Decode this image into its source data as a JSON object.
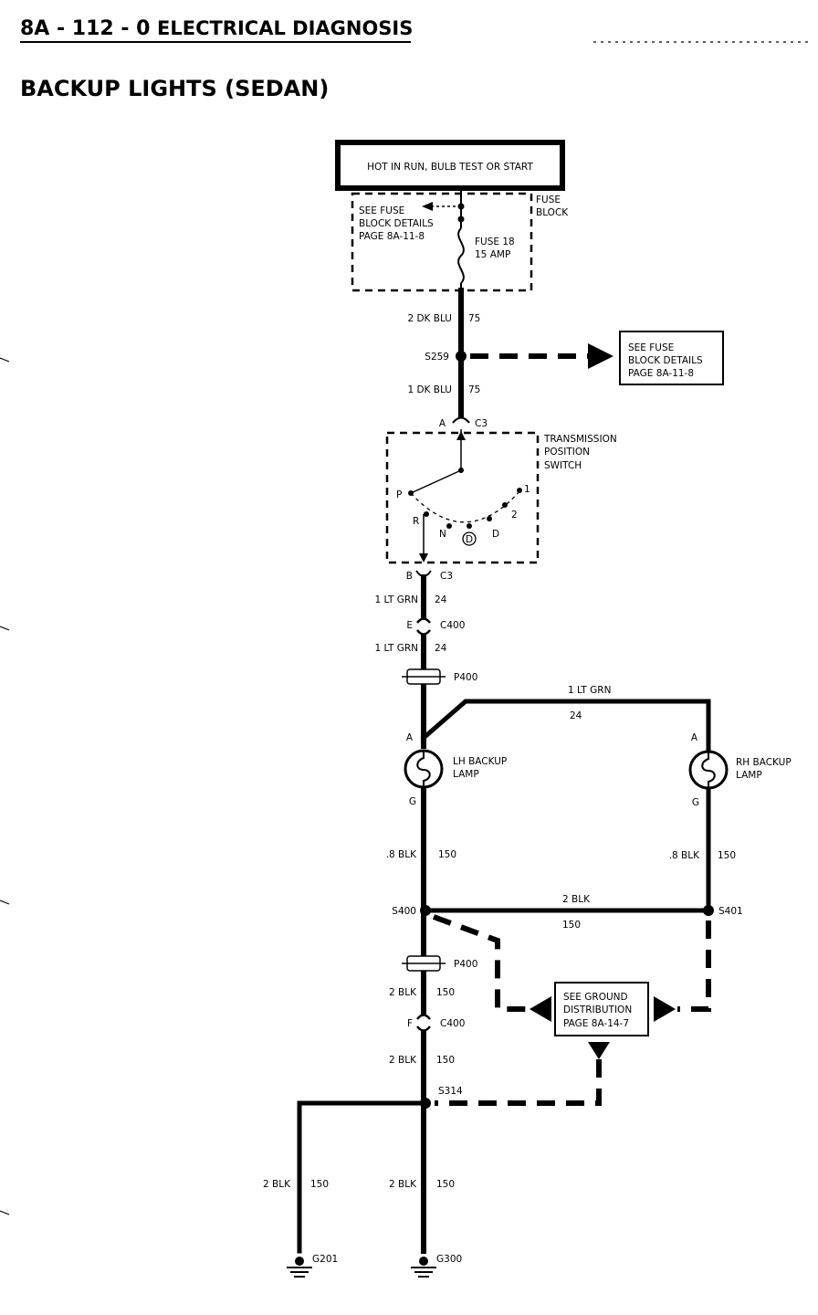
{
  "header": {
    "page_code": "8A - 112 - 0",
    "section": "ELECTRICAL DIAGNOSIS",
    "title": "BACKUP LIGHTS (SEDAN)"
  },
  "power": {
    "label": "HOT IN RUN, BULB TEST OR START"
  },
  "fuse_block": {
    "title_line1": "FUSE",
    "title_line2": "BLOCK",
    "see_line1": "SEE FUSE",
    "see_line2": "BLOCK DETAILS",
    "see_line3": "PAGE 8A-11-8",
    "fuse_line1": "FUSE 18",
    "fuse_line2": "15 AMP"
  },
  "splice_s259": {
    "name": "S259",
    "ref_line1": "SEE FUSE",
    "ref_line2": "BLOCK DETAILS",
    "ref_line3": "PAGE 8A-11-8"
  },
  "wires": {
    "w1_gauge": "2 DK BLU",
    "w1_circuit": "75",
    "w2_gauge": "1 DK BLU",
    "w2_circuit": "75",
    "w3_gauge": "1 LT GRN",
    "w3_circuit": "24",
    "w4_gauge": "1 LT GRN",
    "w4_circuit": "24",
    "w5_gauge": "1 LT GRN",
    "w5_circuit": "24",
    "w6_gauge": ".8 BLK",
    "w6_circuit": "150",
    "w7_gauge": ".8 BLK",
    "w7_circuit": "150",
    "w8_gauge": "2 BLK",
    "w8_circuit": "150",
    "w9_gauge": "2 BLK",
    "w9_circuit": "150",
    "w10_gauge": "2 BLK",
    "w10_circuit": "150",
    "w11_gauge": "2 BLK",
    "w11_circuit": "150",
    "w12_gauge": "2 BLK",
    "w12_circuit": "150"
  },
  "tps": {
    "title_line1": "TRANSMISSION",
    "title_line2": "POSITION",
    "title_line3": "SWITCH",
    "conn_top_pin": "A",
    "conn_top": "C3",
    "conn_bottom_pin": "B",
    "conn_bottom": "C3",
    "pos_p": "P",
    "pos_r": "R",
    "pos_n": "N",
    "pos_od": "D",
    "pos_d": "D",
    "pos_2": "2",
    "pos_1": "1"
  },
  "c400_top": {
    "pin": "E",
    "name": "C400"
  },
  "p400_top": {
    "name": "P400"
  },
  "lh_lamp": {
    "pin_a": "A",
    "pin_g": "G",
    "line1": "LH BACKUP",
    "line2": "LAMP"
  },
  "rh_lamp": {
    "pin_a": "A",
    "pin_g": "G",
    "line1": "RH BACKUP",
    "line2": "LAMP"
  },
  "splice_s400": {
    "name": "S400"
  },
  "splice_s401": {
    "name": "S401"
  },
  "p400_bottom": {
    "name": "P400"
  },
  "c400_bottom": {
    "pin": "F",
    "name": "C400"
  },
  "ground_ref": {
    "line1": "SEE GROUND",
    "line2": "DISTRIBUTION",
    "line3": "PAGE 8A-14-7"
  },
  "splice_s314": {
    "name": "S314"
  },
  "grounds": {
    "g201": "G201",
    "g300": "G300"
  }
}
